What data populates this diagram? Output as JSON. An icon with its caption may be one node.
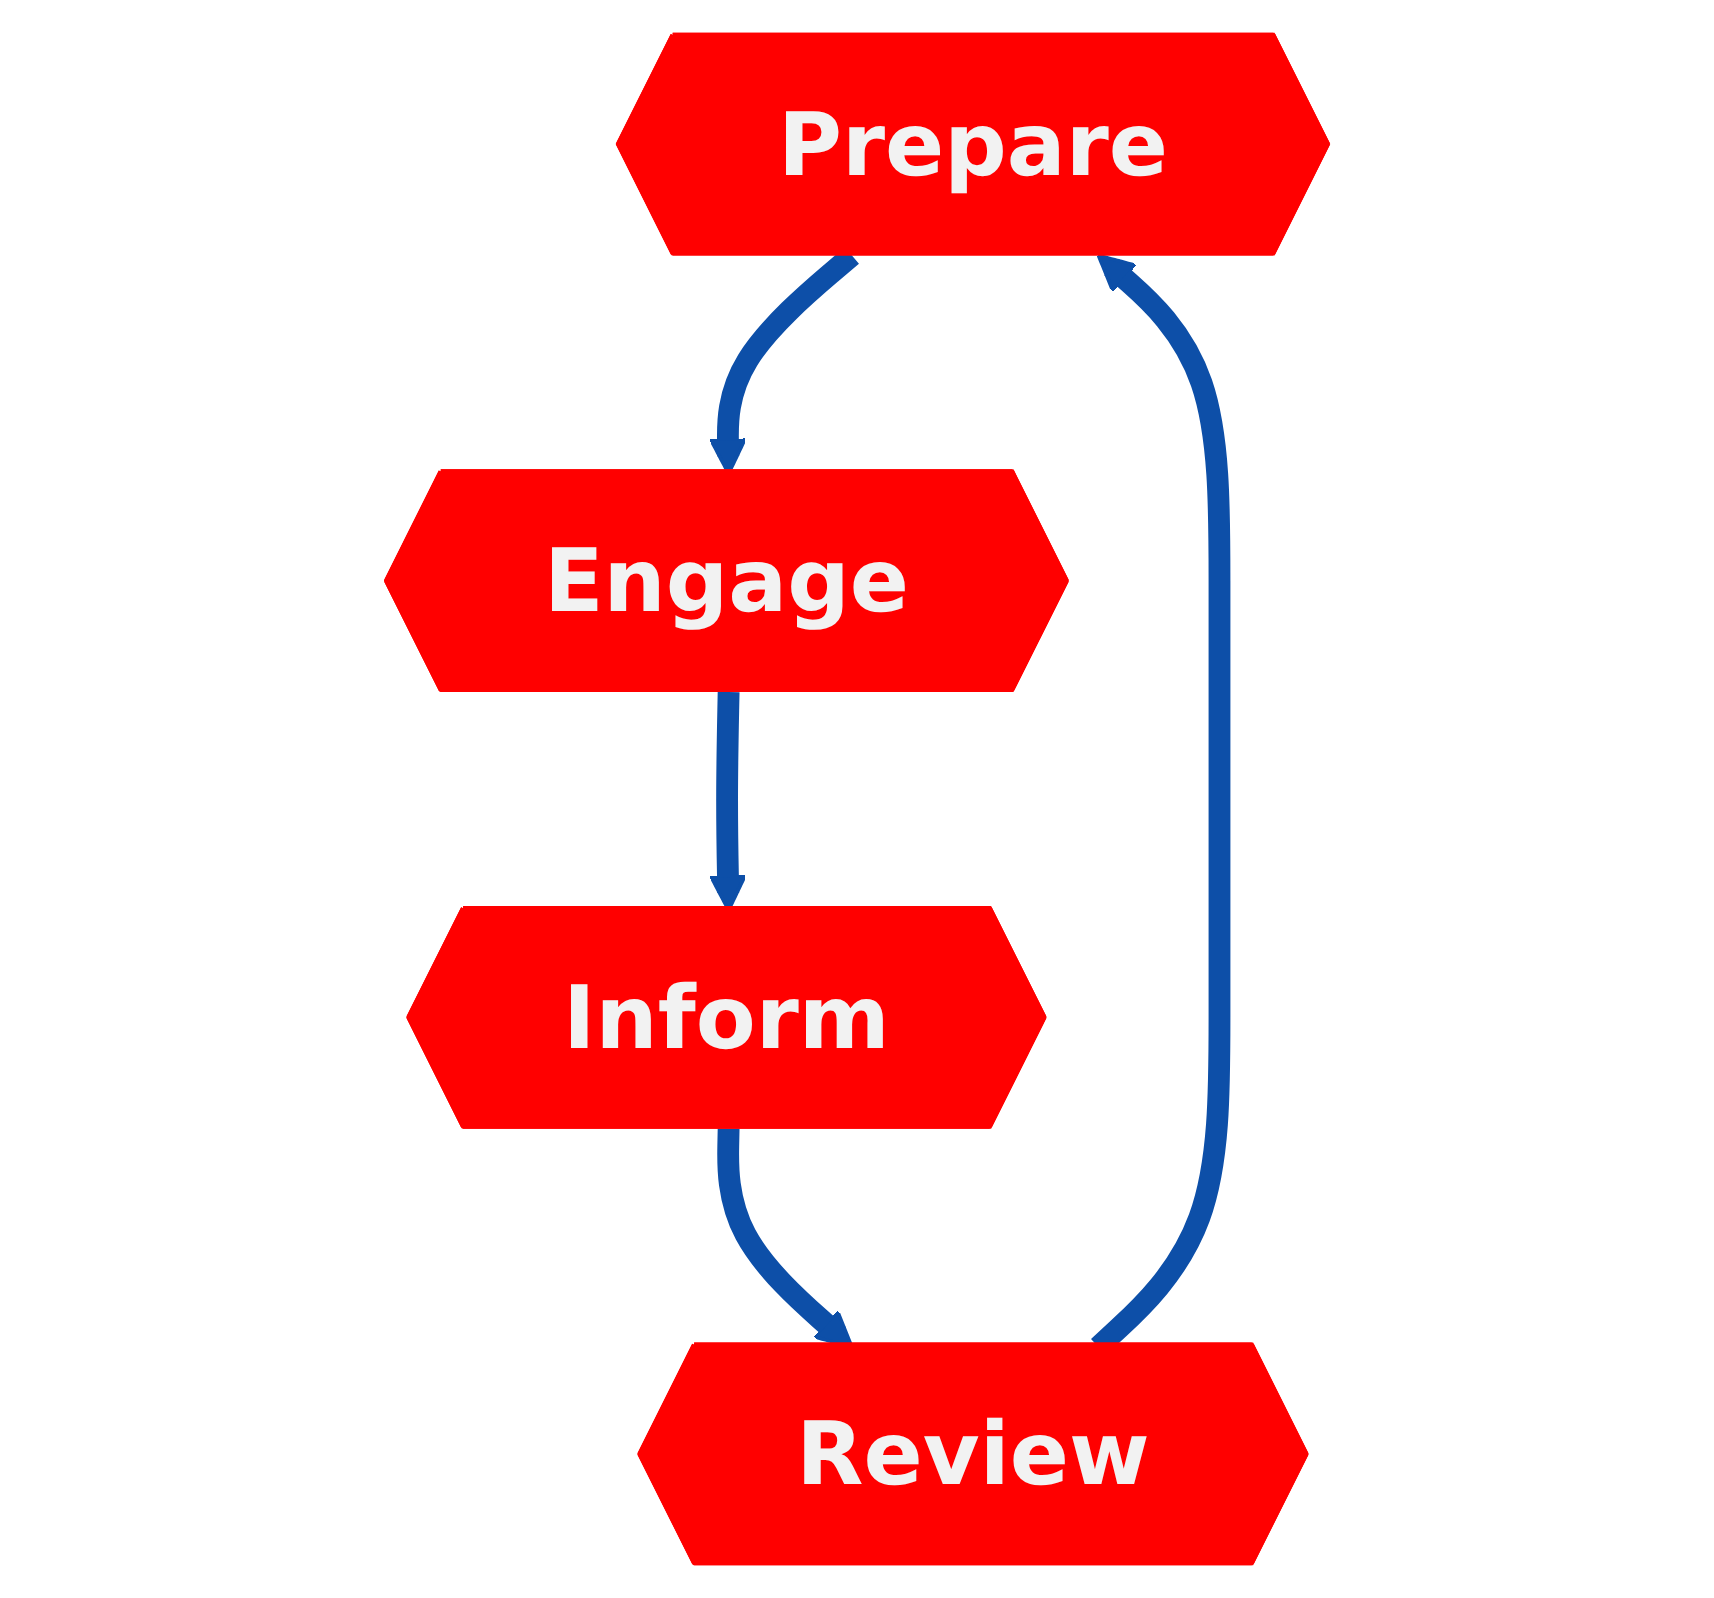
{
  "diagram": {
    "nodes": [
      {
        "text": [
          "Prepare"
        ]
      },
      {
        "text": [
          "Engage"
        ]
      },
      {
        "text": [
          "Inform"
        ]
      },
      {
        "text": [
          "Review"
        ]
      }
    ],
    "edges": [
      {
        "from": 0,
        "to": 1,
        "arrow": "to"
      },
      {
        "from": 1,
        "to": 2,
        "arrow": "to"
      },
      {
        "from": 2,
        "to": 3,
        "arrow": "to"
      },
      {
        "from": 3,
        "to": 0,
        "arrow": "to"
      }
    ]
  }
}
